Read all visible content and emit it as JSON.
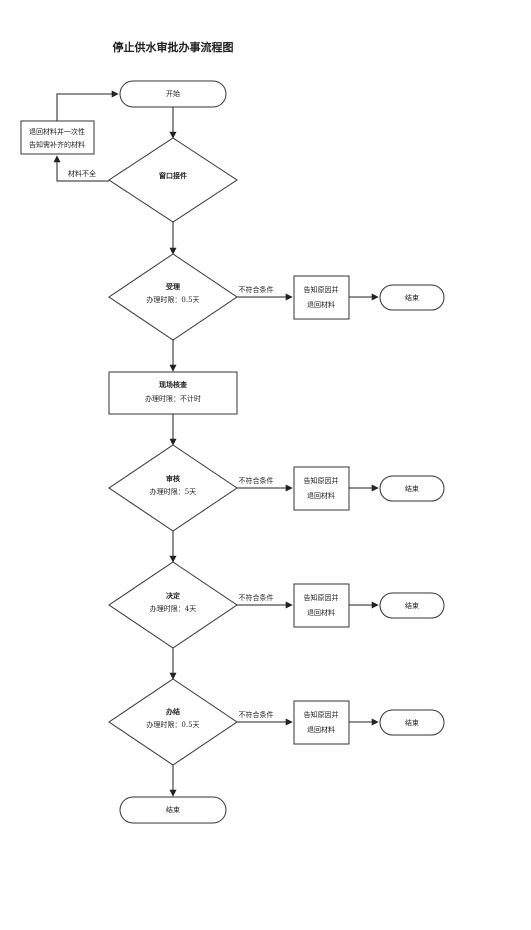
{
  "title": "停止供水审批办事流程图",
  "start": "开始",
  "return_box": {
    "line1": "退回材料并一次性",
    "line2": "告知需补齐的材料"
  },
  "incomplete_label": "材料不全",
  "window_intake": "窗口接件",
  "accept": {
    "title": "受理",
    "time": "办理时限：0.5天"
  },
  "site_check": {
    "title": "现场核查",
    "time": "办理时限：不计时"
  },
  "review": {
    "title": "审核",
    "time": "办理时限：5天"
  },
  "decision": {
    "title": "决定",
    "time": "办理时限：4天"
  },
  "conclude": {
    "title": "办结",
    "time": "办理时限：0.5天"
  },
  "not_qualified": "不符合条件",
  "reject_box": {
    "line1": "告知原因并",
    "line2": "退回材料"
  },
  "end": "结束"
}
